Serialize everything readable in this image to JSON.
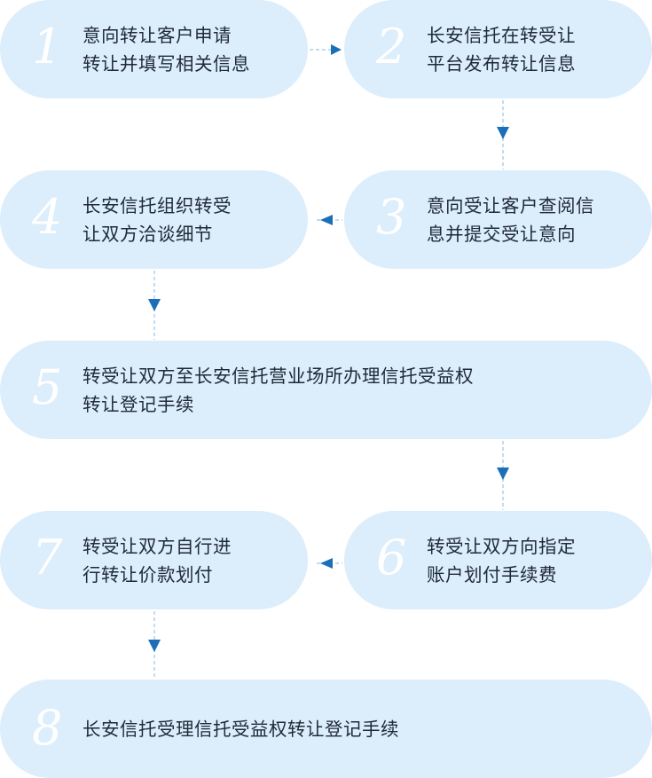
{
  "steps": [
    {
      "number": "1",
      "line1": "意向转让客户申请",
      "line2": "转让并填写相关信息"
    },
    {
      "number": "2",
      "line1": "长安信托在转受让",
      "line2": "平台发布转让信息"
    },
    {
      "number": "3",
      "line1": "意向受让客户查阅信",
      "line2": "息并提交受让意向"
    },
    {
      "number": "4",
      "line1": "长安信托组织转受",
      "line2": "让双方洽谈细节"
    },
    {
      "number": "5",
      "line1": "转受让双方至长安信托营业场所办理信托受益权",
      "line2": "转让登记手续"
    },
    {
      "number": "6",
      "line1": "转受让双方向指定",
      "line2": "账户划付手续费"
    },
    {
      "number": "7",
      "line1": "转受让双方自行进",
      "line2": "行转让价款划付"
    },
    {
      "number": "8",
      "line1": "长安信托受理信托受益权转让登记手续",
      "line2": ""
    }
  ],
  "colors": {
    "pill": "#dcedfb",
    "arrow": "#1a6fb8",
    "number": "#ffffff",
    "text": "#1f2a36"
  }
}
